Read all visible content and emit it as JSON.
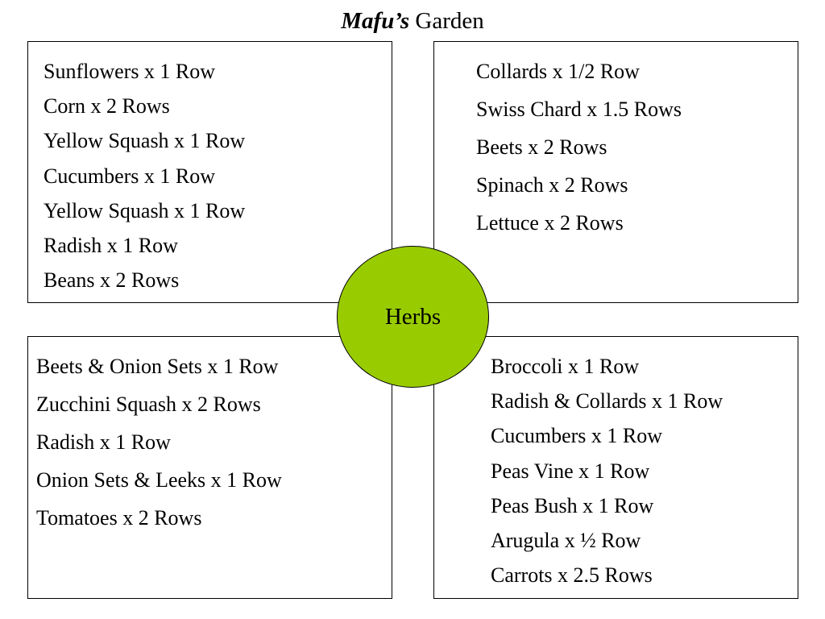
{
  "title": {
    "italic_part": "Mafu’s",
    "rest": "Garden"
  },
  "center": {
    "label": "Herbs",
    "fill_color": "#99cc00"
  },
  "quadrants": {
    "top_left": [
      "Sunflowers x 1 Row",
      "Corn x 2 Rows",
      "Yellow Squash x 1 Row",
      "Cucumbers x 1 Row",
      "Yellow Squash x 1 Row",
      "Radish x 1 Row",
      "Beans x 2 Rows"
    ],
    "top_right": [
      "Collards x 1/2 Row",
      "Swiss Chard x 1.5 Rows",
      "Beets x 2 Rows",
      "Spinach x 2 Rows",
      "Lettuce x 2 Rows"
    ],
    "bottom_left": [
      "Beets & Onion Sets x 1 Row",
      "Zucchini Squash x 2 Rows",
      "Radish x 1 Row",
      "Onion Sets & Leeks x 1 Row",
      "Tomatoes x 2 Rows"
    ],
    "bottom_right": [
      "Broccoli x 1 Row",
      "Radish & Collards x 1 Row",
      "Cucumbers x 1 Row",
      "Peas Vine x 1 Row",
      "Peas Bush x 1 Row",
      "Arugula x ½ Row",
      "Carrots x 2.5 Rows"
    ]
  }
}
